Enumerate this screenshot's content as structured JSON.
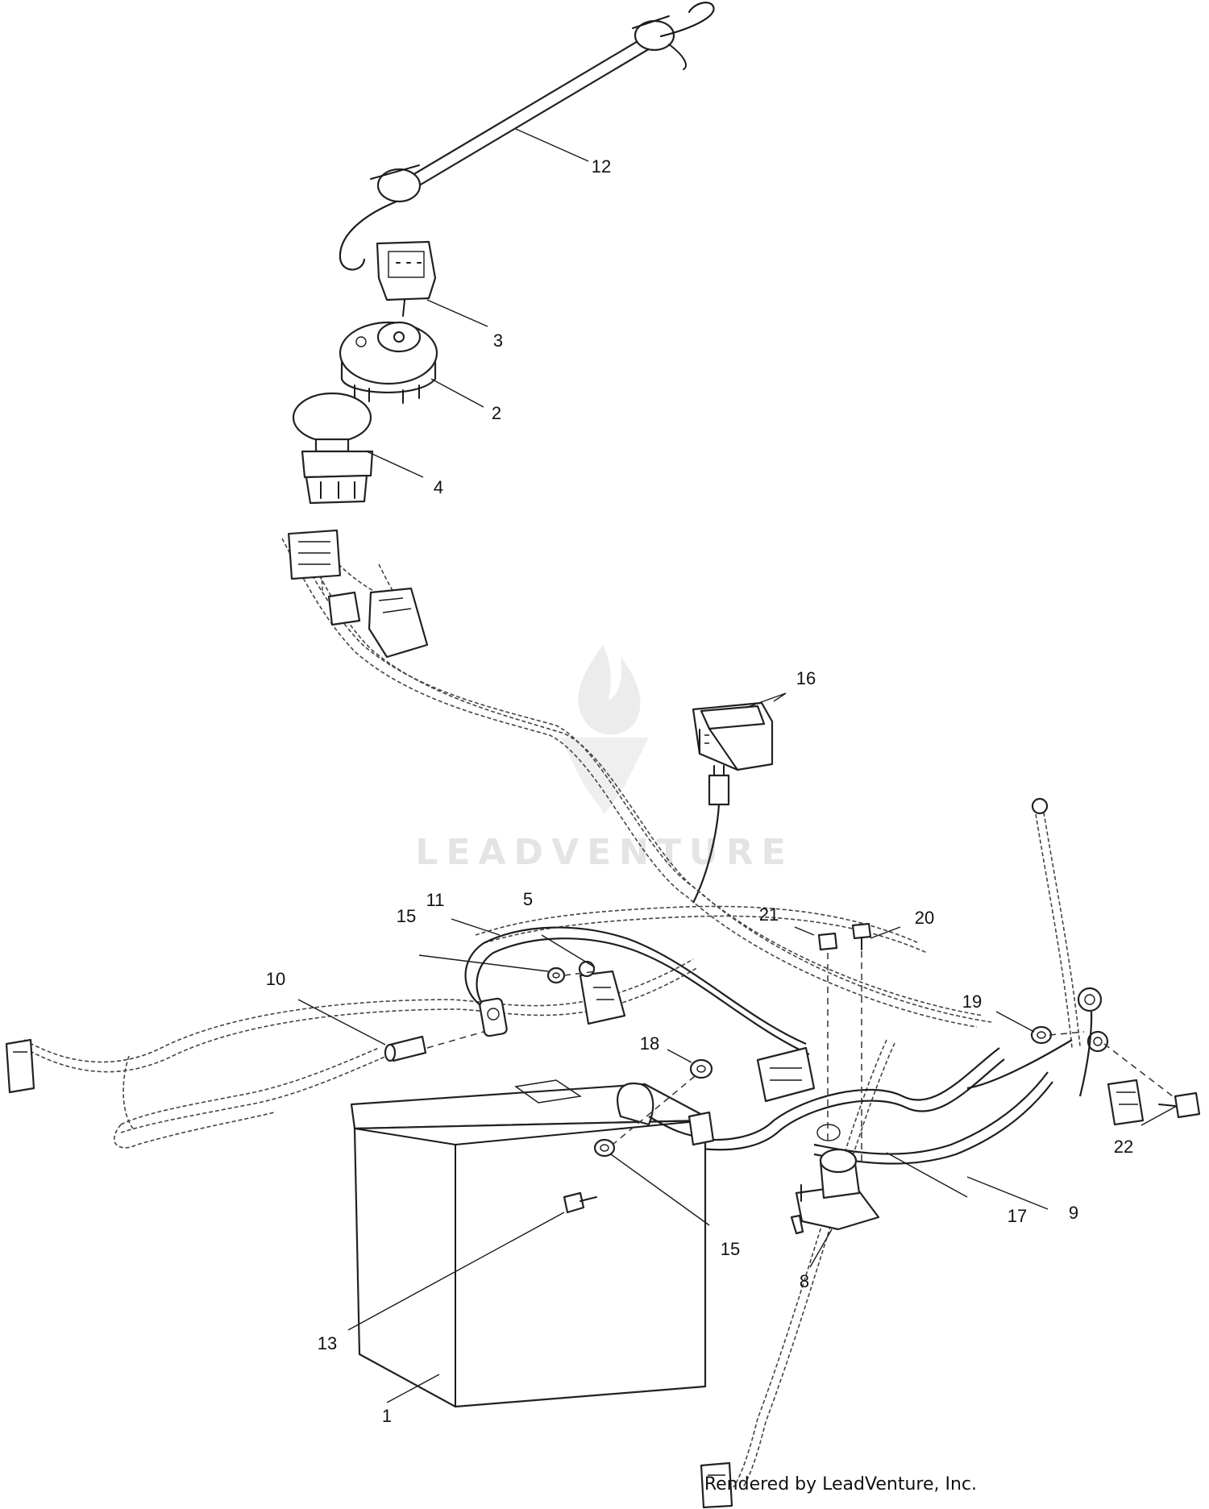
{
  "watermark": {
    "text": "LEADVENTURE"
  },
  "credit": "Rendered by LeadVenture, Inc.",
  "callouts": {
    "c1": "1",
    "c2": "2",
    "c3": "3",
    "c4": "4",
    "c5": "5",
    "c8": "8",
    "c9": "9",
    "c10": "10",
    "c11": "11",
    "c12": "12",
    "c13": "13",
    "c15a": "15",
    "c15b": "15",
    "c16": "16",
    "c17": "17",
    "c18": "18",
    "c19": "19",
    "c20": "20",
    "c21": "21",
    "c22": "22"
  }
}
